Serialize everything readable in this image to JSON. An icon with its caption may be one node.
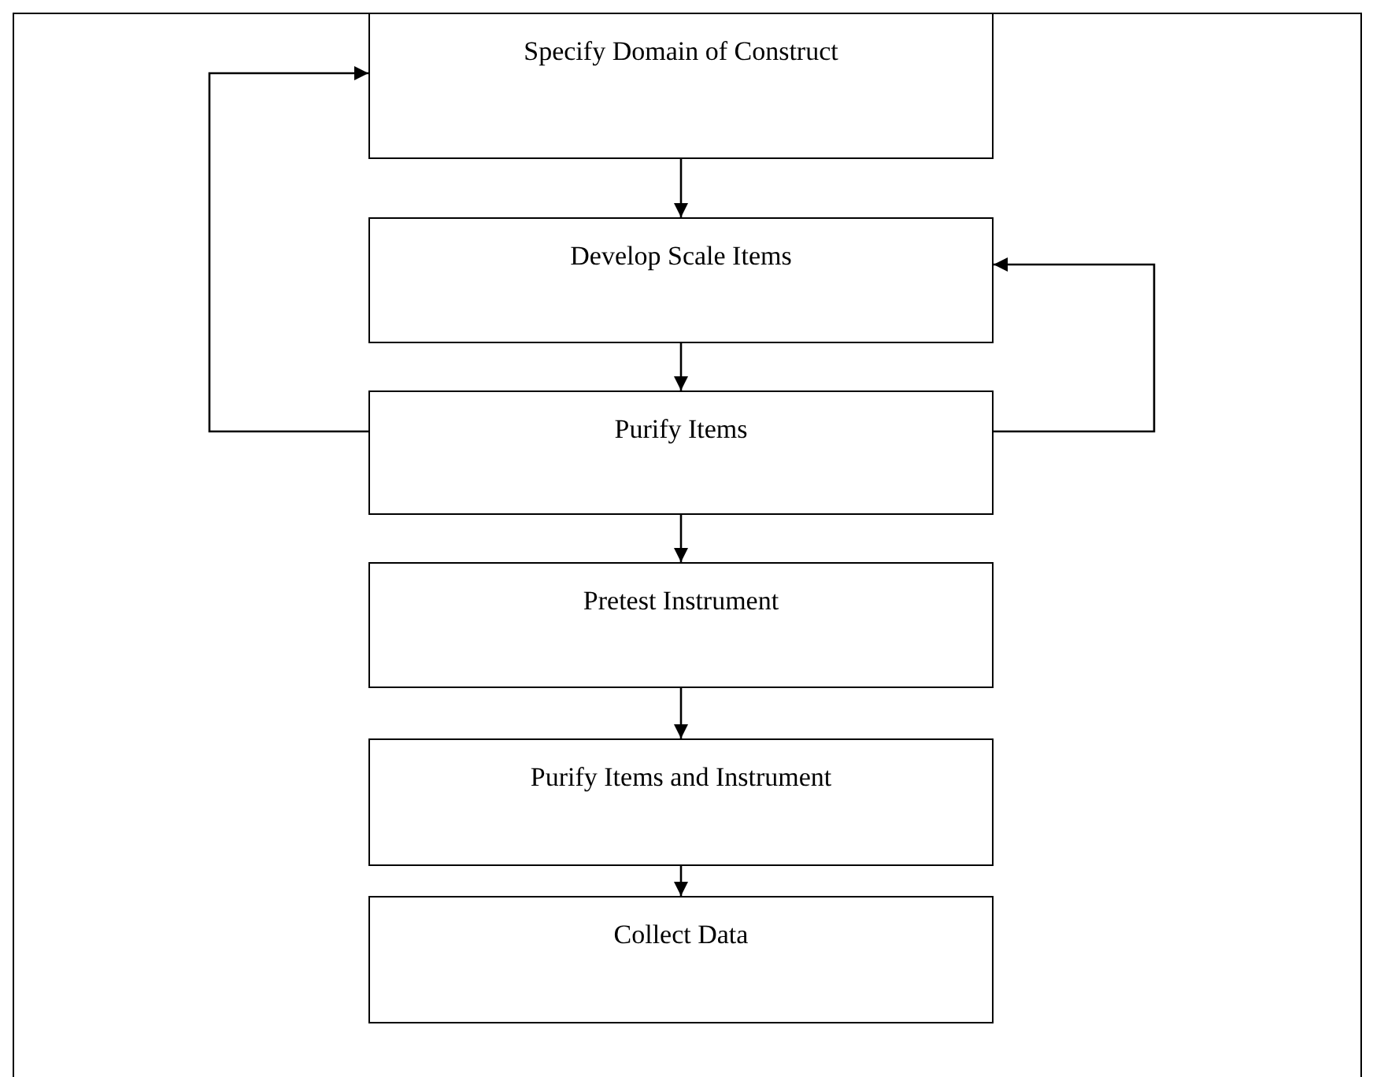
{
  "diagram": {
    "nodes": [
      {
        "text": [
          "Specify Domain of Construct"
        ]
      },
      {
        "text": [
          "Develop Scale Items"
        ]
      },
      {
        "text": [
          "Purify Items"
        ]
      },
      {
        "text": [
          "Pretest Instrument"
        ]
      },
      {
        "text": [
          "Purify Items and Instrument"
        ]
      },
      {
        "text": [
          "Collect Data"
        ]
      }
    ],
    "edges": [
      {
        "from": 0,
        "to": 1,
        "arrow": "to"
      },
      {
        "from": 1,
        "to": 2,
        "arrow": "to"
      },
      {
        "from": 2,
        "to": 3,
        "arrow": "to"
      },
      {
        "from": 3,
        "to": 4,
        "arrow": "to"
      },
      {
        "from": 4,
        "to": 5,
        "arrow": "to"
      },
      {
        "from": 2,
        "to": 0,
        "arrow": "to"
      },
      {
        "from": 2,
        "to": 1,
        "arrow": "to"
      }
    ]
  }
}
